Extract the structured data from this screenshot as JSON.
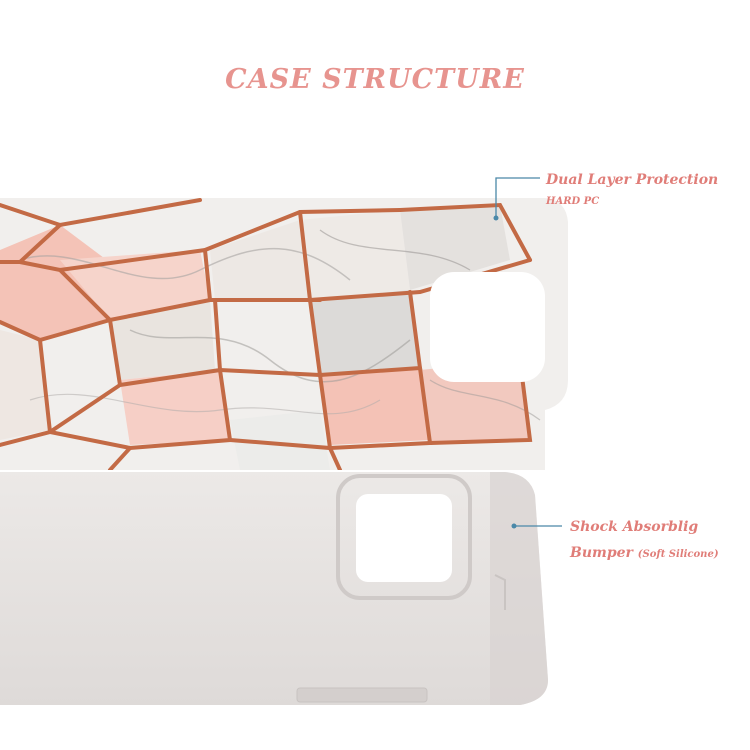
{
  "title": "CASE STRUCTURE",
  "callouts": {
    "hard_pc": {
      "title": "Dual Layer Protection",
      "subtitle": "HARD PC"
    },
    "bumper": {
      "title": "Shock Absorblig",
      "subtitle_main": "Bumper",
      "subtitle_note": "(Soft Silicone)"
    }
  },
  "colors": {
    "accent": "#e07d78",
    "title": "#e7948f",
    "copper": "#c36a45",
    "bumper": "#e3dfdd"
  }
}
